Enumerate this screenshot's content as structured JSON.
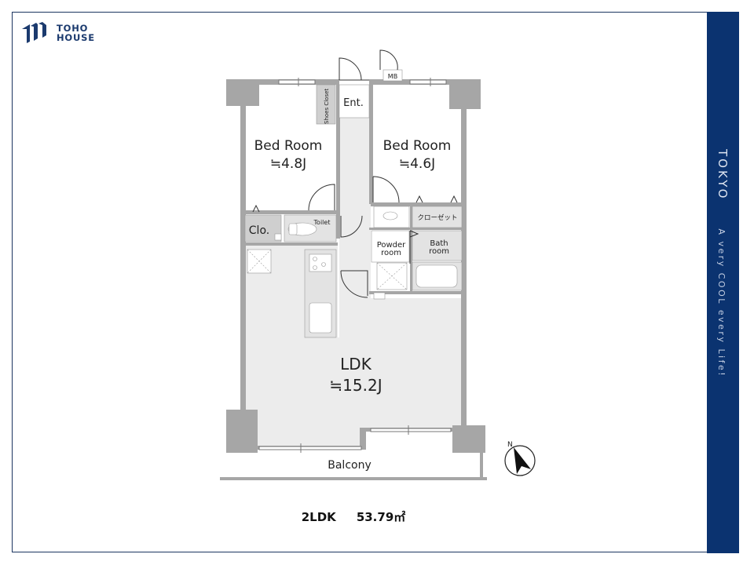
{
  "brand": {
    "line1": "TOHO",
    "line2": "HOUSE",
    "color": "#0b3370"
  },
  "side_band": {
    "city": "TOKYO",
    "tagline": "A very COOL every Life!"
  },
  "rooms": {
    "bed1": {
      "name": "Bed Room",
      "size": "≒4.8J"
    },
    "bed2": {
      "name": "Bed Room",
      "size": "≒4.6J"
    },
    "entrance": "Ent.",
    "shoes_closet": "Shoes Closet",
    "meter_box": "MB",
    "closet": "Clo.",
    "toilet": "Toilet",
    "closet_jp": "クローゼット",
    "powder1": "Powder",
    "powder2": "room",
    "bath1": "Bath",
    "bath2": "room",
    "ldk": {
      "name": "LDK",
      "size": "≒15.2J"
    },
    "balcony": "Balcony"
  },
  "compass": {
    "label": "N"
  },
  "summary": {
    "layout": "2LDK",
    "area": "53.79㎡"
  }
}
